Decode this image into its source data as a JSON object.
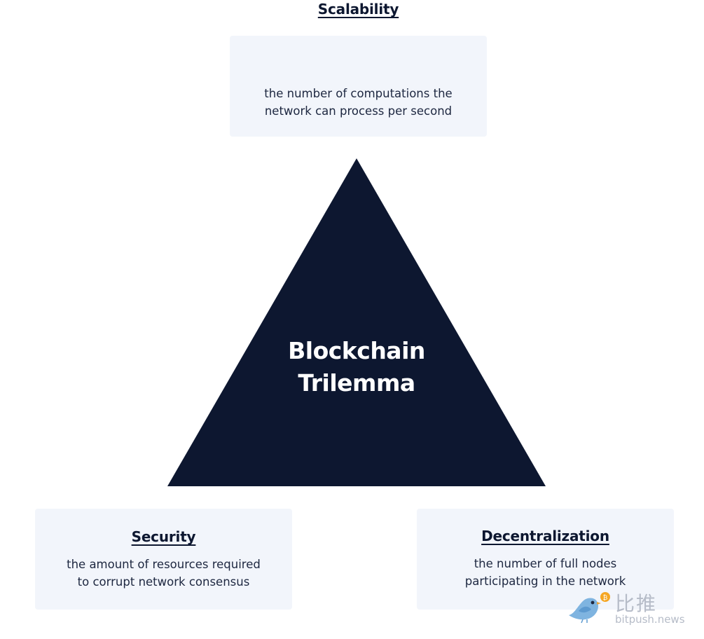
{
  "diagram": {
    "center_title_line1": "Blockchain",
    "center_title_line2": "Trilemma",
    "nodes": {
      "scalability": {
        "title": "Scalability",
        "desc_line1": "the number of computations the",
        "desc_line2": "network can process per second"
      },
      "security": {
        "title": "Security",
        "desc_line1": "the amount of resources required",
        "desc_line2": "to corrupt network consensus"
      },
      "decentralization": {
        "title": "Decentralization",
        "desc_line1": "the number of full nodes",
        "desc_line2": "participating in the network"
      }
    },
    "colors": {
      "triangle": "#0d1730",
      "card_background": "#f2f5fb",
      "text": "#0d1730",
      "watermark": "#b6bcc8",
      "bird": "#7fb4e0",
      "coin": "#f5a623"
    }
  },
  "watermark": {
    "logo_text": "比推",
    "url": "bitpush.news",
    "icon": "bird-icon"
  }
}
